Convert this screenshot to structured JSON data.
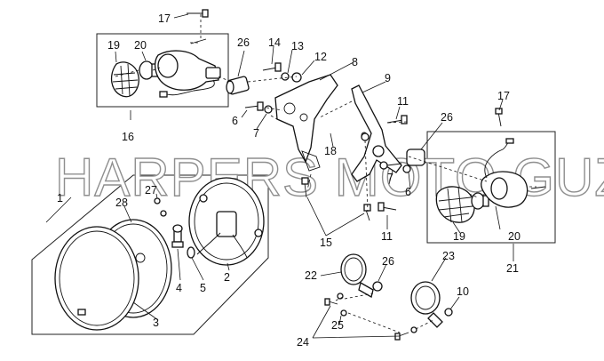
{
  "watermark": "HARPERS MOTO GUZZI©",
  "callouts": {
    "c17a": "17",
    "c19a": "19",
    "c20a": "20",
    "c26a": "26",
    "c14": "14",
    "c13": "13",
    "c12": "12",
    "c8": "8",
    "c9": "9",
    "c6a": "6",
    "c7a": "7",
    "c16": "16",
    "c18": "18",
    "c11a": "11",
    "c17b": "17",
    "c26b": "26",
    "c7b": "7",
    "c6b": "6",
    "c1": "1",
    "c27": "27",
    "c28": "28",
    "c4": "4",
    "c5": "5",
    "c2": "2",
    "c3": "3",
    "c15": "15",
    "c11b": "11",
    "c19b": "19",
    "c20b": "20",
    "c21": "21",
    "c22": "22",
    "c26c": "26",
    "c23": "23",
    "c10": "10",
    "c25": "25",
    "c24": "24"
  }
}
